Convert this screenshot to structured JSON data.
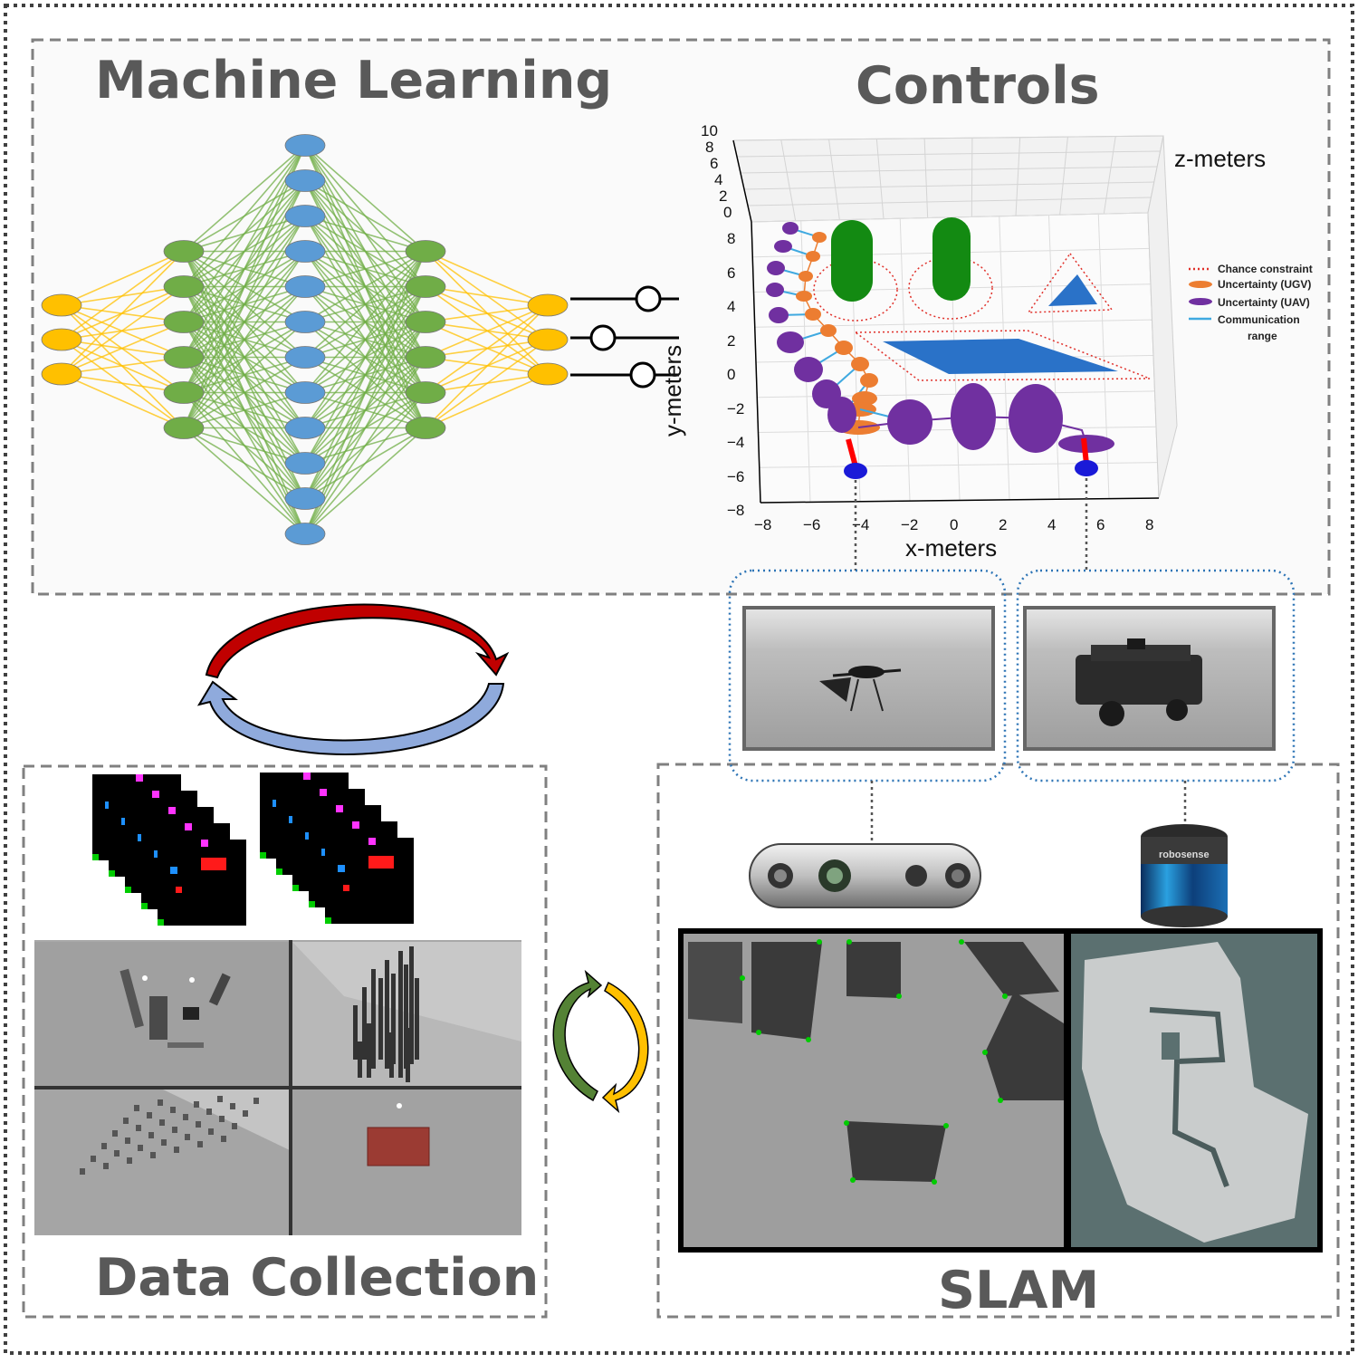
{
  "sections": {
    "machine_learning": "Machine Learning",
    "controls": "Controls",
    "data_collection": "Data Collection",
    "slam": "SLAM"
  },
  "controls_plot": {
    "x_label": "x-meters",
    "y_label": "y-meters",
    "z_label": "z-meters",
    "x_ticks": [
      "−8",
      "−6",
      "−4",
      "−2",
      "0",
      "2",
      "4",
      "6",
      "8"
    ],
    "y_ticks": [
      "8",
      "6",
      "4",
      "2",
      "0",
      "−2",
      "−4",
      "−6",
      "−8"
    ],
    "z_ticks": [
      "10",
      "8",
      "6",
      "4",
      "2",
      "0"
    ],
    "legend": [
      {
        "label": "Chance constraint",
        "color": "#e0302a",
        "style": "dotted"
      },
      {
        "label": "Uncertainty (UGV)",
        "color": "#ec7d31",
        "style": "ellipse"
      },
      {
        "label": "Uncertainty (UAV)",
        "color": "#7030a0",
        "style": "ellipse"
      },
      {
        "label": "Communication",
        "color": "#3fa9e0",
        "style": "line"
      }
    ],
    "legend_extra": "range"
  },
  "neural_network": {
    "layers": [
      3,
      6,
      12,
      6,
      3
    ],
    "colors": [
      "#ffc000",
      "#70ad47",
      "#5b9bd5",
      "#70ad47",
      "#ffc000"
    ],
    "outputs": 3
  },
  "lidar_brand": "robosense",
  "colors": {
    "dashed_border": "#808080",
    "title_gray": "#595959",
    "blue_dotted": "#2e75b6",
    "cycle_red": "#c00000",
    "cycle_blue": "#8faadc",
    "cycle_green": "#548235",
    "cycle_orange": "#ffc000"
  }
}
